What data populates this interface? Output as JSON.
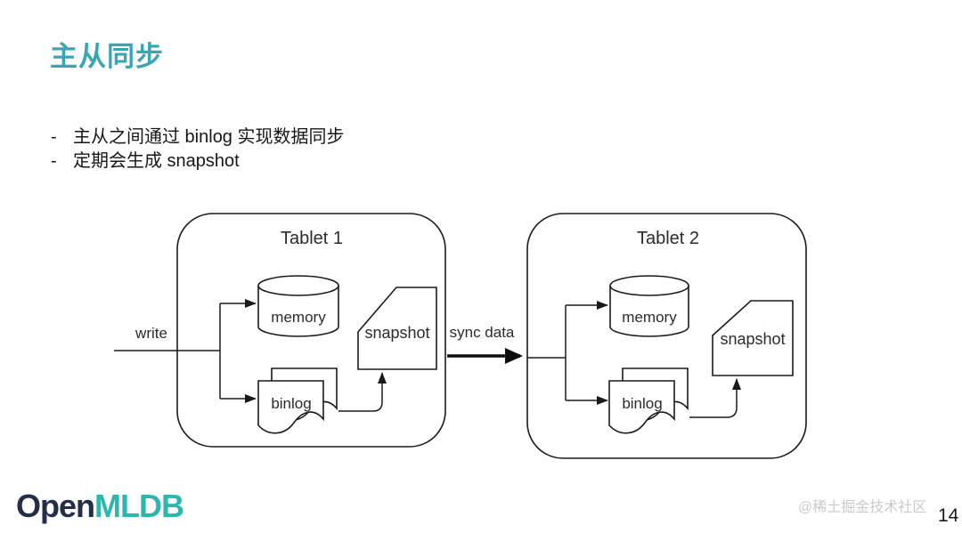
{
  "slide": {
    "title": "主从同步",
    "title_color": "#38a5b5",
    "bullets": [
      {
        "marker": "-",
        "text": "主从之间通过 binlog 实现数据同步"
      },
      {
        "marker": "-",
        "text": "定期会生成 snapshot"
      }
    ]
  },
  "diagram": {
    "write_label": "write",
    "sync_label": "sync data",
    "tablet1": {
      "title": "Tablet 1",
      "memory": "memory",
      "binlog": "binlog",
      "snapshot": "snapshot"
    },
    "tablet2": {
      "title": "Tablet 2",
      "memory": "memory",
      "binlog": "binlog",
      "snapshot": "snapshot"
    },
    "stroke_color": "#1a1a1a"
  },
  "footer": {
    "logo_part1": "Open",
    "logo_part1_color": "#242d49",
    "logo_part2": "MLDB",
    "logo_part2_color": "#2bb7ad",
    "watermark": "@稀土掘金技术社区",
    "page_number": "14"
  }
}
